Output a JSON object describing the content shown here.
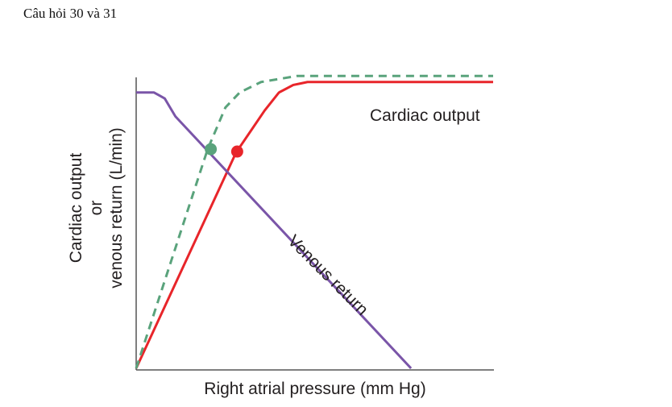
{
  "header": {
    "title": "Câu hỏi 30 và 31"
  },
  "chart_data": {
    "type": "line",
    "title": "",
    "xlabel": "Right atrial pressure (mm Hg)",
    "ylabel": [
      "Cardiac output",
      "or",
      "venous return (L/min)"
    ],
    "xlim": [
      0,
      100
    ],
    "ylim": [
      0,
      100
    ],
    "grid": false,
    "ticks": false,
    "series": [
      {
        "name": "Cardiac output",
        "style": "solid",
        "color": "#e8252a",
        "x": [
          0,
          28,
          36,
          40,
          44,
          48,
          100
        ],
        "y": [
          0,
          72,
          86,
          92,
          94.5,
          95.5,
          95.5
        ]
      },
      {
        "name": "",
        "style": "dashed",
        "color": "#5aa37c",
        "x": [
          0,
          20,
          25,
          29,
          35,
          45,
          100
        ],
        "y": [
          0,
          73,
          87,
          92,
          95.5,
          97.5,
          97.5
        ]
      },
      {
        "name": "Venous return",
        "style": "solid",
        "color": "#7a55a8",
        "x": [
          0,
          5,
          8,
          11,
          77
        ],
        "y": [
          92,
          92,
          90,
          84,
          0
        ]
      }
    ],
    "points": [
      {
        "x": 20.9,
        "y": 73.1,
        "color": "#5aa37c"
      },
      {
        "x": 28.3,
        "y": 72.3,
        "color": "#e8252a"
      }
    ]
  }
}
